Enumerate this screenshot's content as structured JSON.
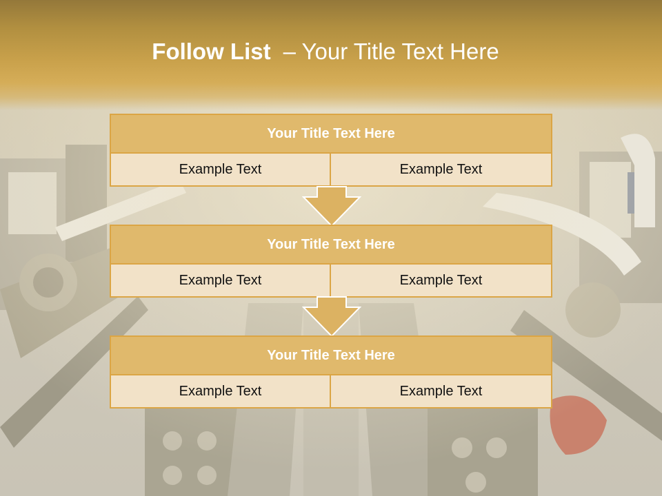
{
  "slide": {
    "title_bold": "Follow List",
    "title_rest": "– Your Title Text Here",
    "colors": {
      "header": "#c9a14b",
      "block_head": "#e0b96c",
      "block_border": "#dba545",
      "cell_bg": "#f2e2c8"
    }
  },
  "blocks": [
    {
      "title": "Your Title Text Here",
      "left": "Example Text",
      "right": "Example Text"
    },
    {
      "title": "Your Title Text Here",
      "left": "Example Text",
      "right": "Example Text"
    },
    {
      "title": "Your Title Text Here",
      "left": "Example Text",
      "right": "Example Text"
    }
  ]
}
